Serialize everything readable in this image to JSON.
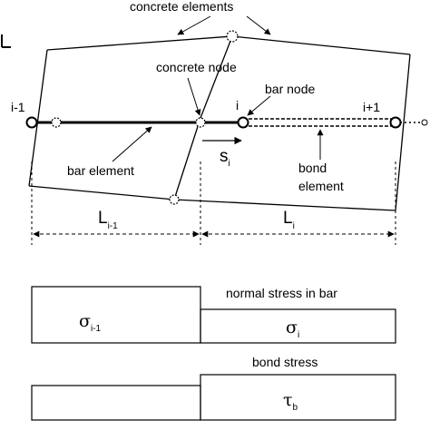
{
  "labels": {
    "concrete_elements": "concrete elements",
    "concrete_node": "concrete node",
    "bar_node": "bar node",
    "bar_element": "bar element",
    "bond_element_line1": "bond",
    "bond_element_line2": "element",
    "normal_stress": "normal stress in bar",
    "bond_stress": "bond stress"
  },
  "nodes": {
    "im1": "i-1",
    "i": "i",
    "ip1": "i+1"
  },
  "slip": {
    "base": "s",
    "sub": "i"
  },
  "lengths": {
    "left": {
      "base": "L",
      "sub": "i-1"
    },
    "right": {
      "base": "L",
      "sub": "i"
    }
  },
  "stresses": {
    "sigma_im1": {
      "base": "σ",
      "sub": "i-1"
    },
    "sigma_i": {
      "base": "σ",
      "sub": "i"
    },
    "tau_b": {
      "base": "τ",
      "sub": "b"
    }
  }
}
